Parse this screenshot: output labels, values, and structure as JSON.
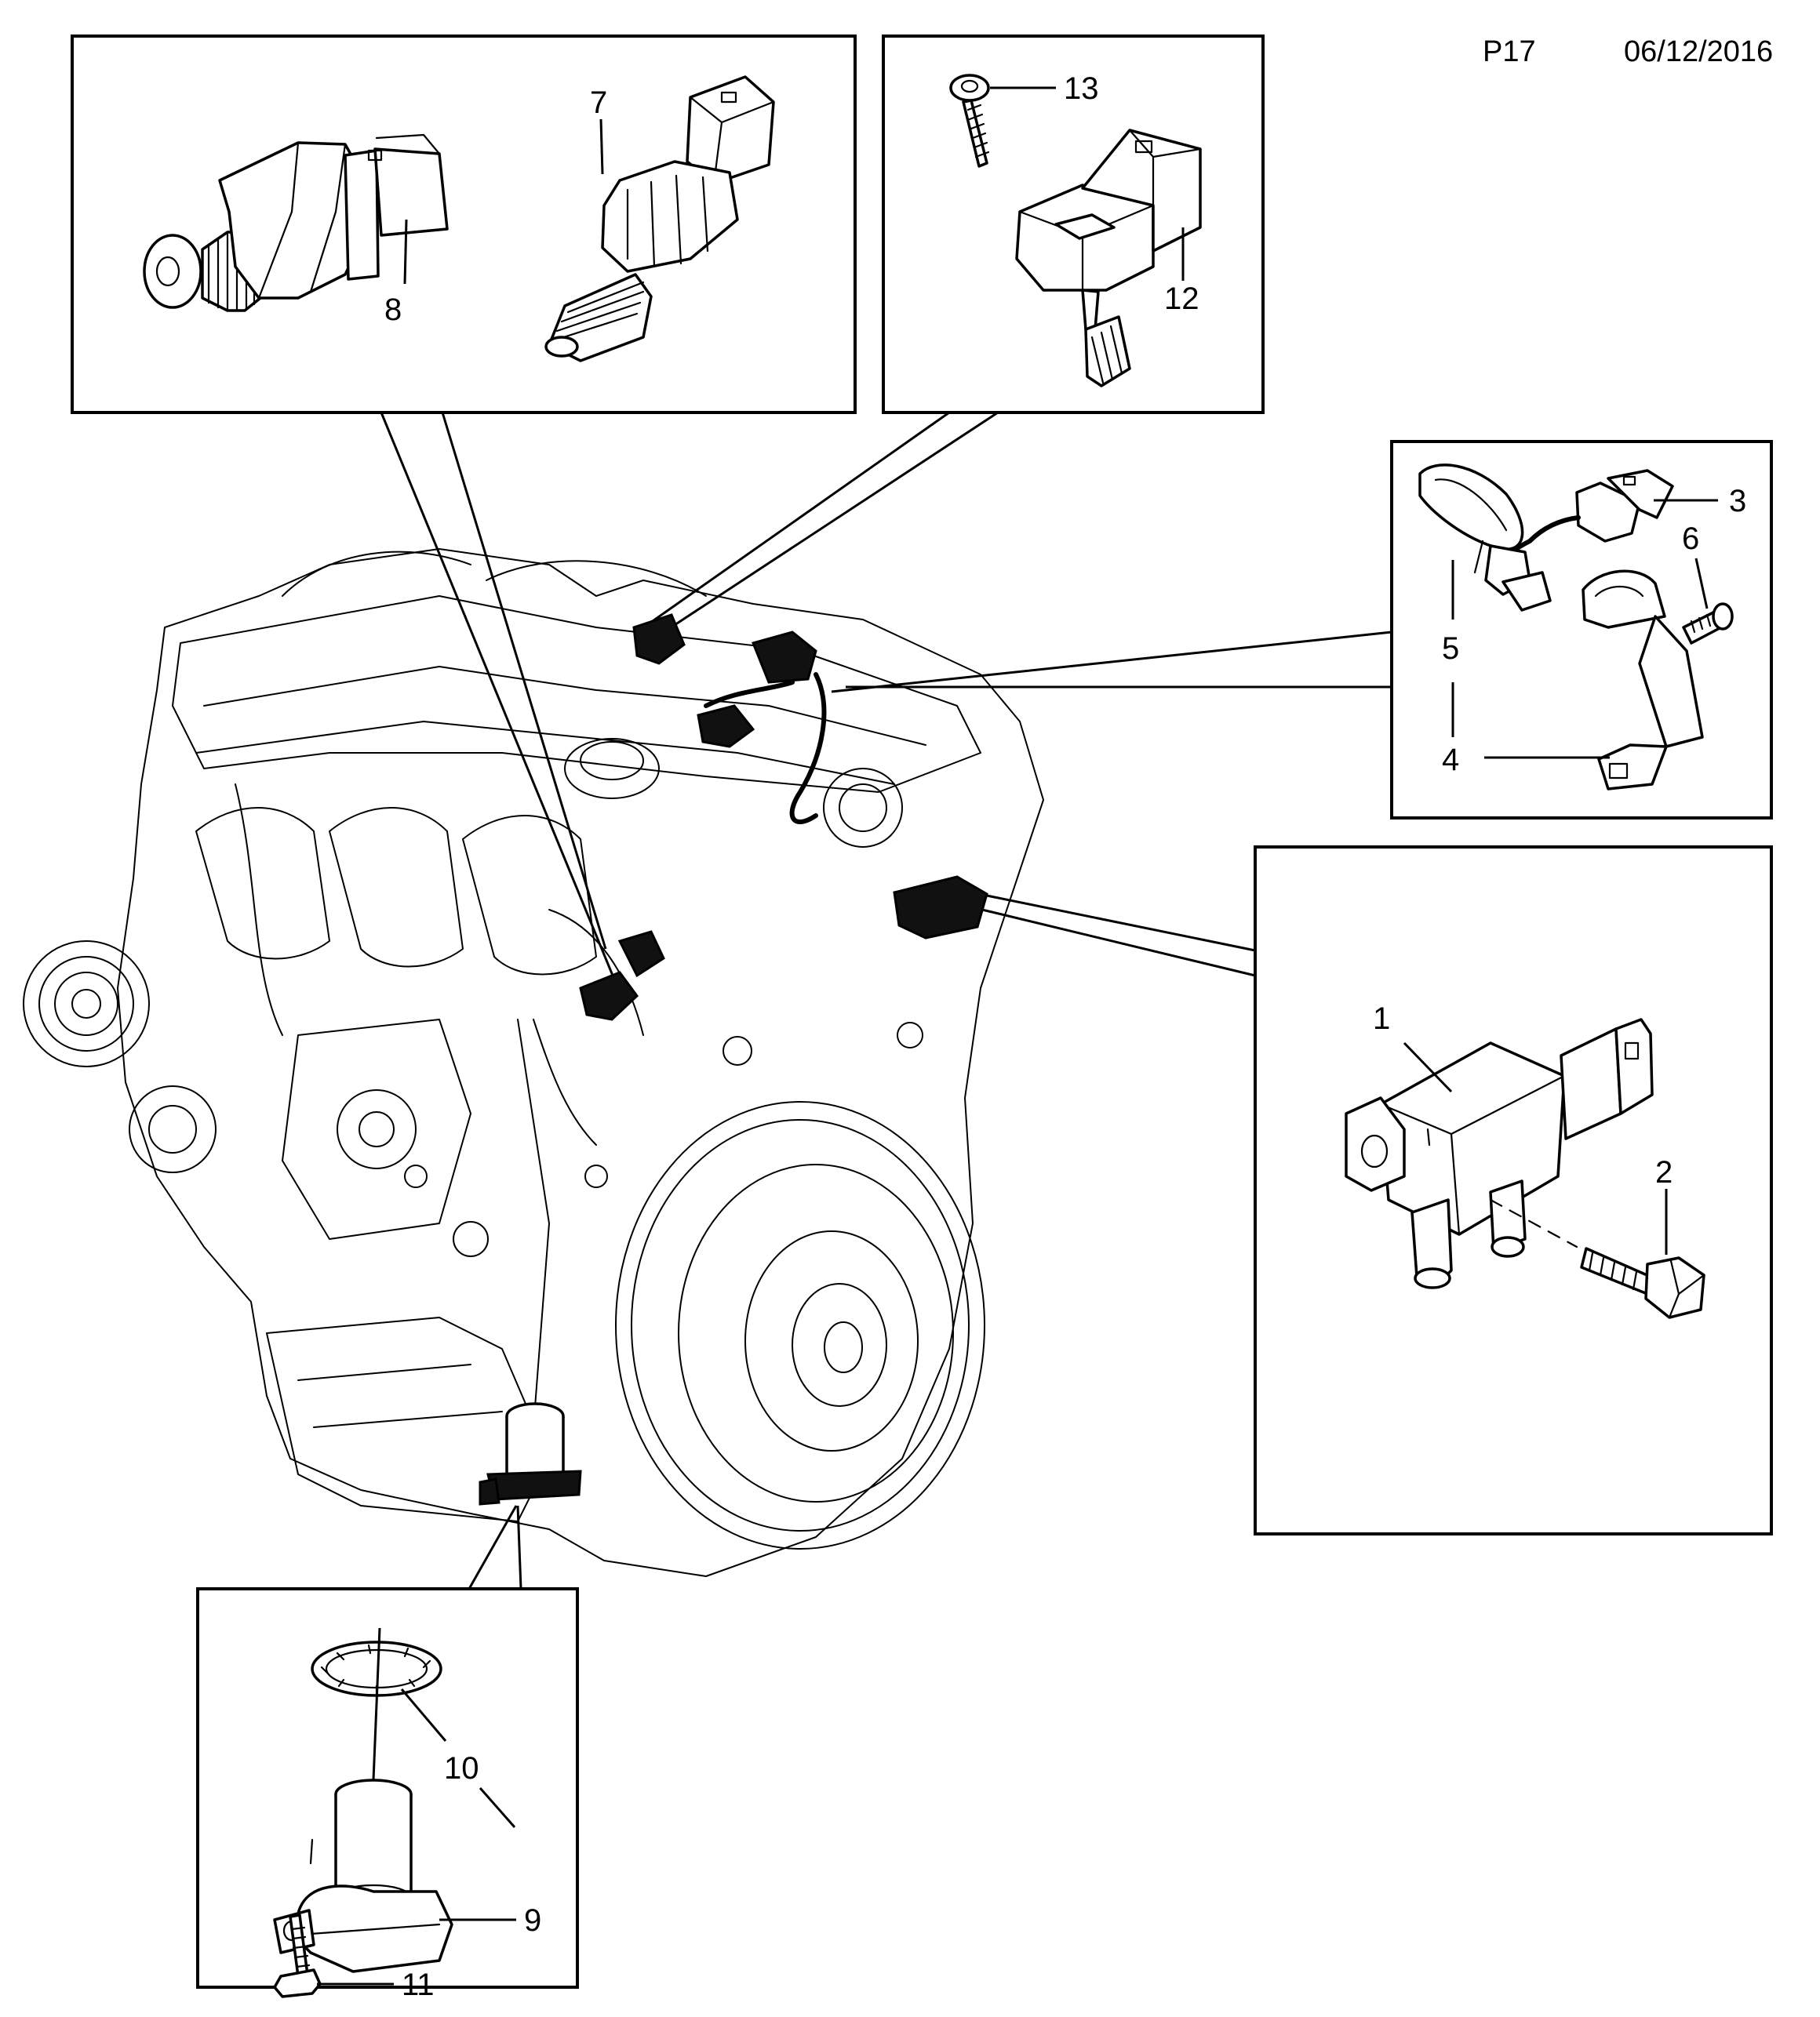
{
  "header": {
    "page_code": "P17",
    "date": "06/12/2016"
  },
  "callouts": {
    "c1": "1",
    "c2": "2",
    "c3": "3",
    "c4": "4",
    "c5": "5",
    "c6": "6",
    "c7": "7",
    "c8": "8",
    "c9": "9",
    "c10": "10",
    "c11": "11",
    "c12": "12",
    "c13": "13"
  }
}
